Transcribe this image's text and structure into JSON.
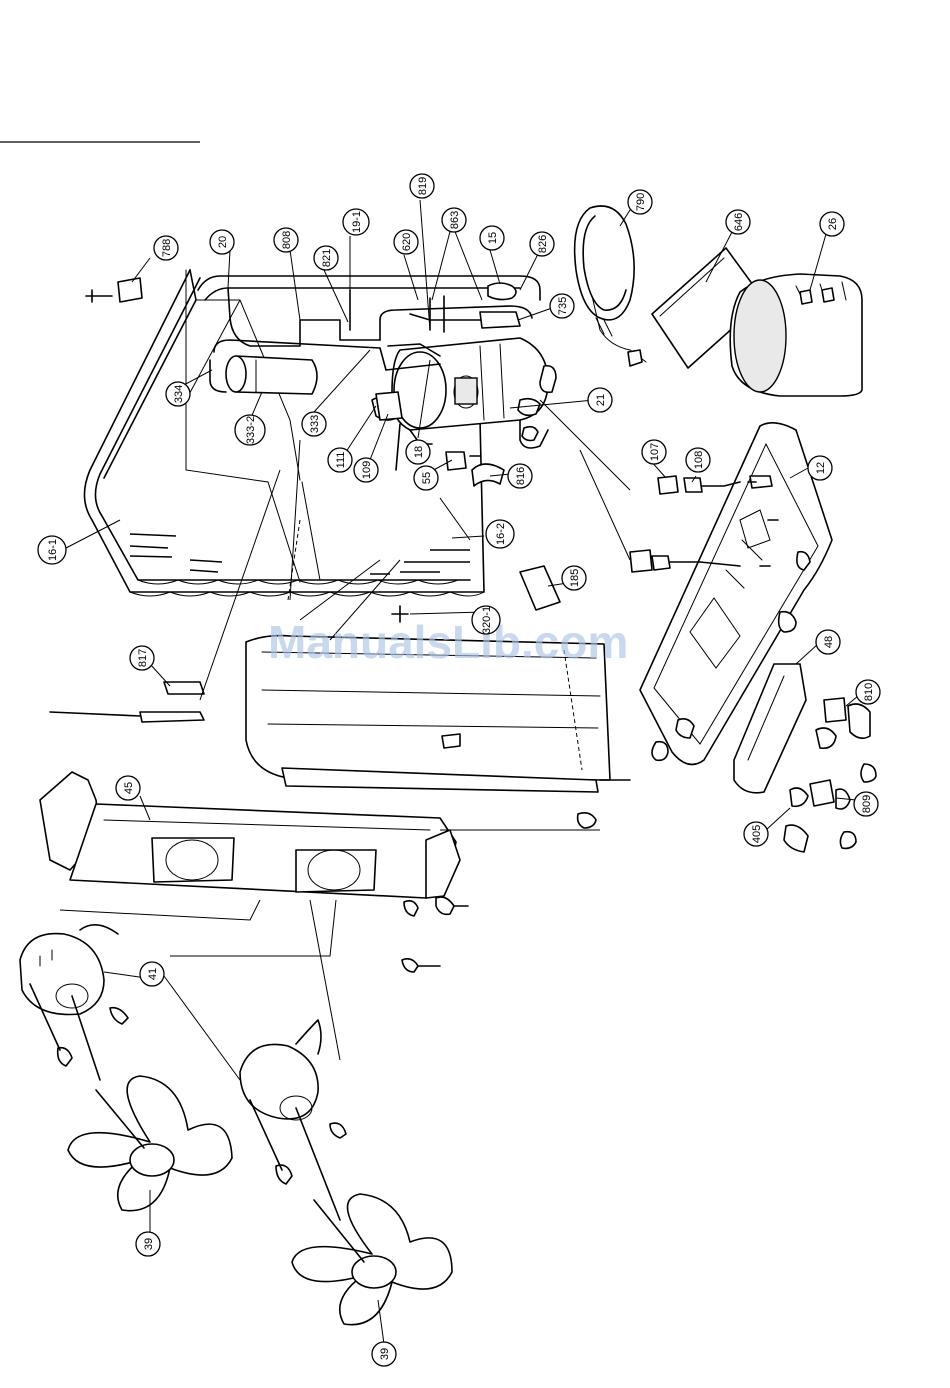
{
  "watermark": "ManualsLib.com",
  "callouts": [
    {
      "id": "c788",
      "label": "788"
    },
    {
      "id": "c20",
      "label": "20"
    },
    {
      "id": "c808",
      "label": "808"
    },
    {
      "id": "c821",
      "label": "821"
    },
    {
      "id": "c19-1",
      "label": "19-1"
    },
    {
      "id": "c620",
      "label": "620"
    },
    {
      "id": "c819",
      "label": "819"
    },
    {
      "id": "c863",
      "label": "863"
    },
    {
      "id": "c15",
      "label": "15"
    },
    {
      "id": "c826",
      "label": "826"
    },
    {
      "id": "c735",
      "label": "735"
    },
    {
      "id": "c790",
      "label": "790"
    },
    {
      "id": "c646",
      "label": "646"
    },
    {
      "id": "c26",
      "label": "26"
    },
    {
      "id": "c334",
      "label": "334"
    },
    {
      "id": "c333-2",
      "label": "333-2"
    },
    {
      "id": "c333",
      "label": "333"
    },
    {
      "id": "c111",
      "label": "111"
    },
    {
      "id": "c109",
      "label": "109"
    },
    {
      "id": "c18",
      "label": "18"
    },
    {
      "id": "c21",
      "label": "21"
    },
    {
      "id": "c55",
      "label": "55"
    },
    {
      "id": "c816",
      "label": "816"
    },
    {
      "id": "c107",
      "label": "107"
    },
    {
      "id": "c108",
      "label": "108"
    },
    {
      "id": "c12",
      "label": "12"
    },
    {
      "id": "c16-1",
      "label": "16-1"
    },
    {
      "id": "c16-2",
      "label": "16-2"
    },
    {
      "id": "c185",
      "label": "185"
    },
    {
      "id": "c320-1",
      "label": "320-1"
    },
    {
      "id": "c817",
      "label": "817"
    },
    {
      "id": "c48",
      "label": "48"
    },
    {
      "id": "c810",
      "label": "810"
    },
    {
      "id": "c809",
      "label": "809"
    },
    {
      "id": "c405",
      "label": "405"
    },
    {
      "id": "c45",
      "label": "45"
    },
    {
      "id": "c41",
      "label": "41"
    },
    {
      "id": "c39a",
      "label": "39"
    },
    {
      "id": "c39b",
      "label": "39"
    }
  ]
}
